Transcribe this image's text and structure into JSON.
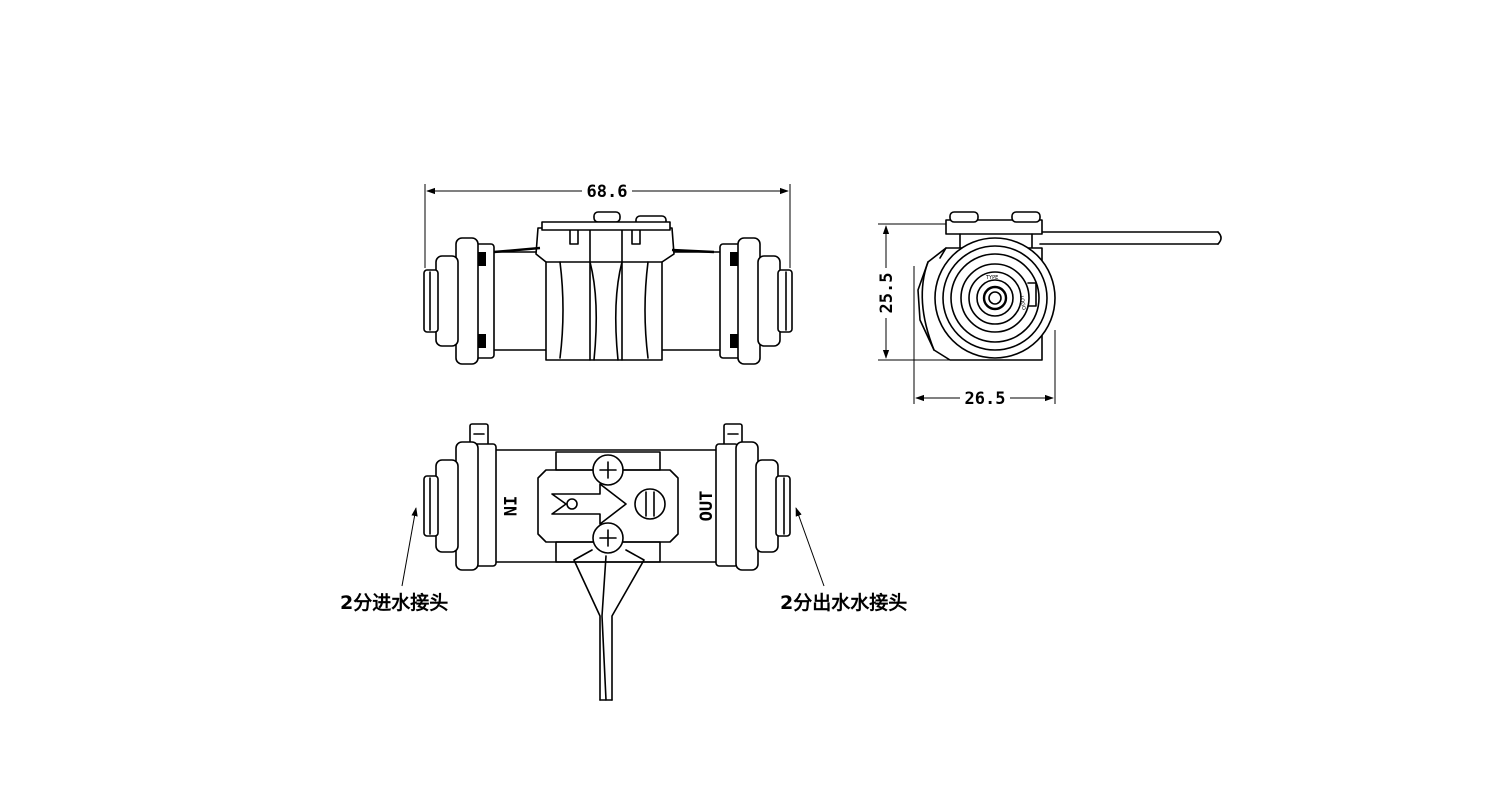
{
  "dimensions": {
    "length": "68.6",
    "height": "25.5",
    "width": "26.5"
  },
  "labels": {
    "inlet": "2分进水接头",
    "outlet": "2分出水水接头",
    "in_mark": "IN",
    "out_mark": "OUT"
  }
}
